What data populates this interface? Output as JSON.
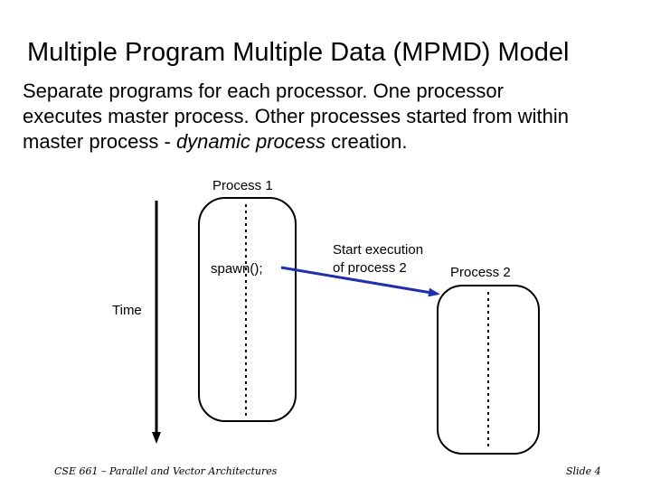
{
  "slide": {
    "title": "Multiple Program Multiple Data (MPMD) Model",
    "body": {
      "line1": "Separate programs for each processor. One processor",
      "line2": "executes master process. Other processes started from within",
      "line3_prefix": "master process - ",
      "line3_italic": "dynamic process",
      "line3_suffix": " creation."
    },
    "diagram": {
      "time_label": "Time",
      "process1_label": "Process 1",
      "spawn_label": "spawn();",
      "start_exec_line1": "Start execution",
      "start_exec_line2": "of process 2",
      "process2_label": "Process 2"
    },
    "colors": {
      "arrow_blue": "#1f2fae",
      "ink": "#000000",
      "background": "#ffffff"
    },
    "footer": {
      "left": "CSE 661 – Parallel and Vector Architectures",
      "right": "Slide 4"
    }
  }
}
